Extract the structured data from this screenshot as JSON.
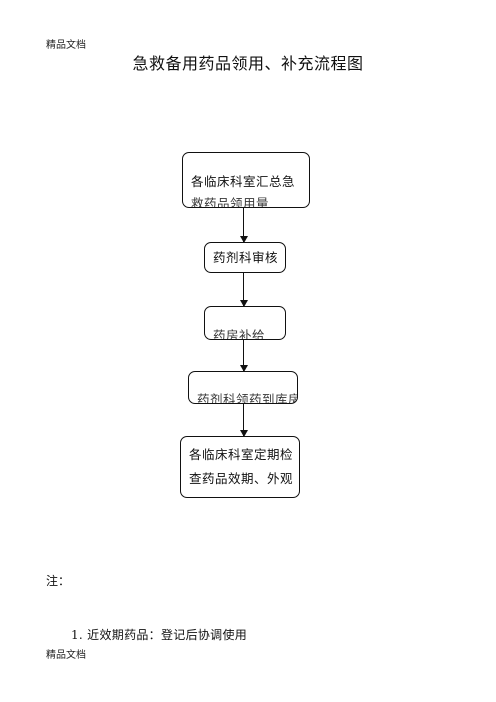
{
  "header": {
    "label": "精品文档"
  },
  "title": "急救备用药品领用、补充流程图",
  "flow": {
    "steps": [
      {
        "lines": [
          "各临床科室汇总急",
          "救药品领用量"
        ]
      },
      {
        "lines": [
          "药剂科审核"
        ]
      },
      {
        "lines": [
          "药房补给"
        ]
      },
      {
        "lines": [
          "药剂科领药到库房"
        ]
      },
      {
        "lines": [
          "各临床科室定期检",
          "查药品效期、外观"
        ]
      }
    ]
  },
  "notes": {
    "label": "注：",
    "items": [
      "1. 近效期药品：登记后协调使用"
    ]
  },
  "footer": {
    "label": "精品文档"
  }
}
